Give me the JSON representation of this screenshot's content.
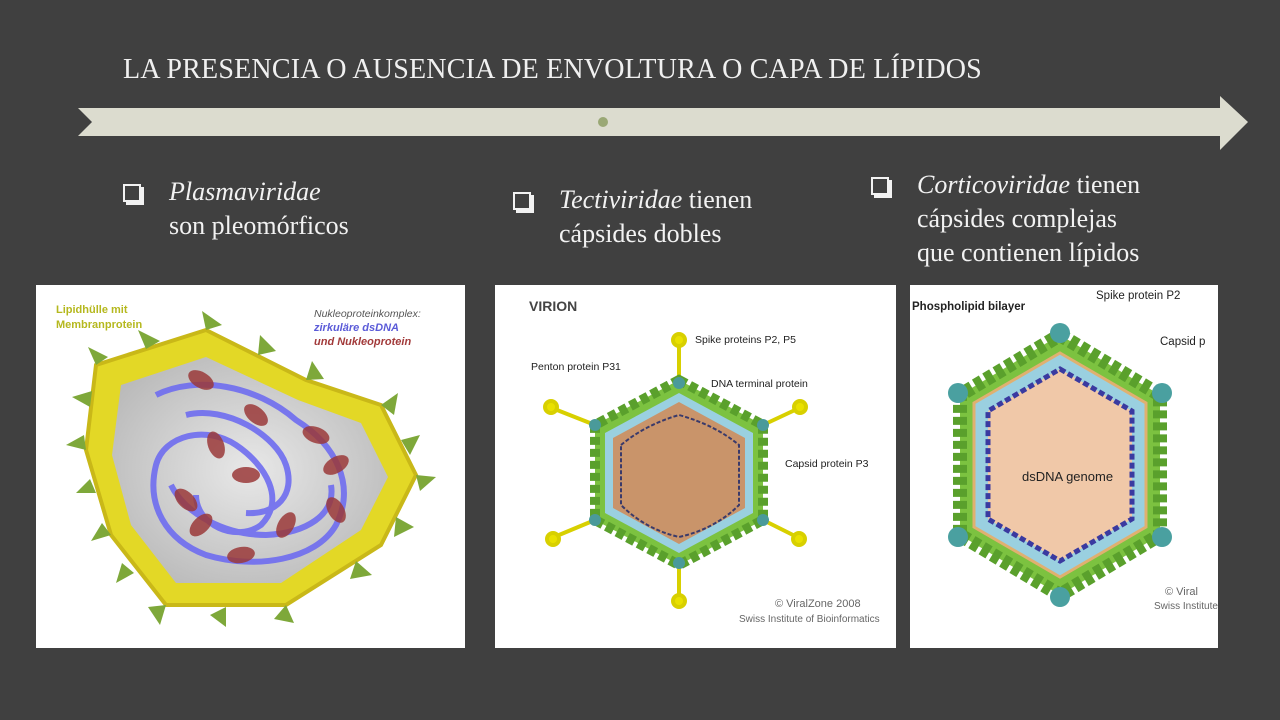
{
  "slide": {
    "title": "LA PRESENCIA O AUSENCIA DE ENVOLTURA O CAPA DE LÍPIDOS"
  },
  "bullets": [
    {
      "italic": "Plasmaviridae",
      "rest": "",
      "line2": "son pleomórficos",
      "line3": ""
    },
    {
      "italic": "Tectiviridae",
      "rest": " tienen",
      "line2": "cápsides dobles",
      "line3": ""
    },
    {
      "italic": "Corticoviridae",
      "rest": " tienen",
      "line2": "cápsides complejas",
      "line3": "que contienen lípidos"
    }
  ],
  "figure1": {
    "label_left_1": "Lipidhülle mit",
    "label_left_2": "Membranprotein",
    "label_right_1": "Nukleoproteinkomplex:",
    "label_right_2": "zirkuläre dsDNA",
    "label_right_3": "und Nukleoprotein"
  },
  "figure2": {
    "heading": "VIRION",
    "spike_label": "Spike proteins P2, P5",
    "penton_label": "Penton protein P31",
    "dna_terminal_label": "DNA terminal protein",
    "capsid_label": "Capsid protein P3",
    "credit_1": "© ViralZone 2008",
    "credit_2": "Swiss Institute of Bioinformatics"
  },
  "figure3": {
    "bilayer_label": "Phospholipid bilayer",
    "spike_label": "Spike protein P2",
    "capsid_label": "Capsid p",
    "genome_label": "dsDNA genome",
    "credit_1": "© Viral",
    "credit_2": "Swiss Institute"
  },
  "colors": {
    "background": "#404040",
    "timeline": "#dcdccf",
    "timeline_dot": "#9aa875"
  }
}
